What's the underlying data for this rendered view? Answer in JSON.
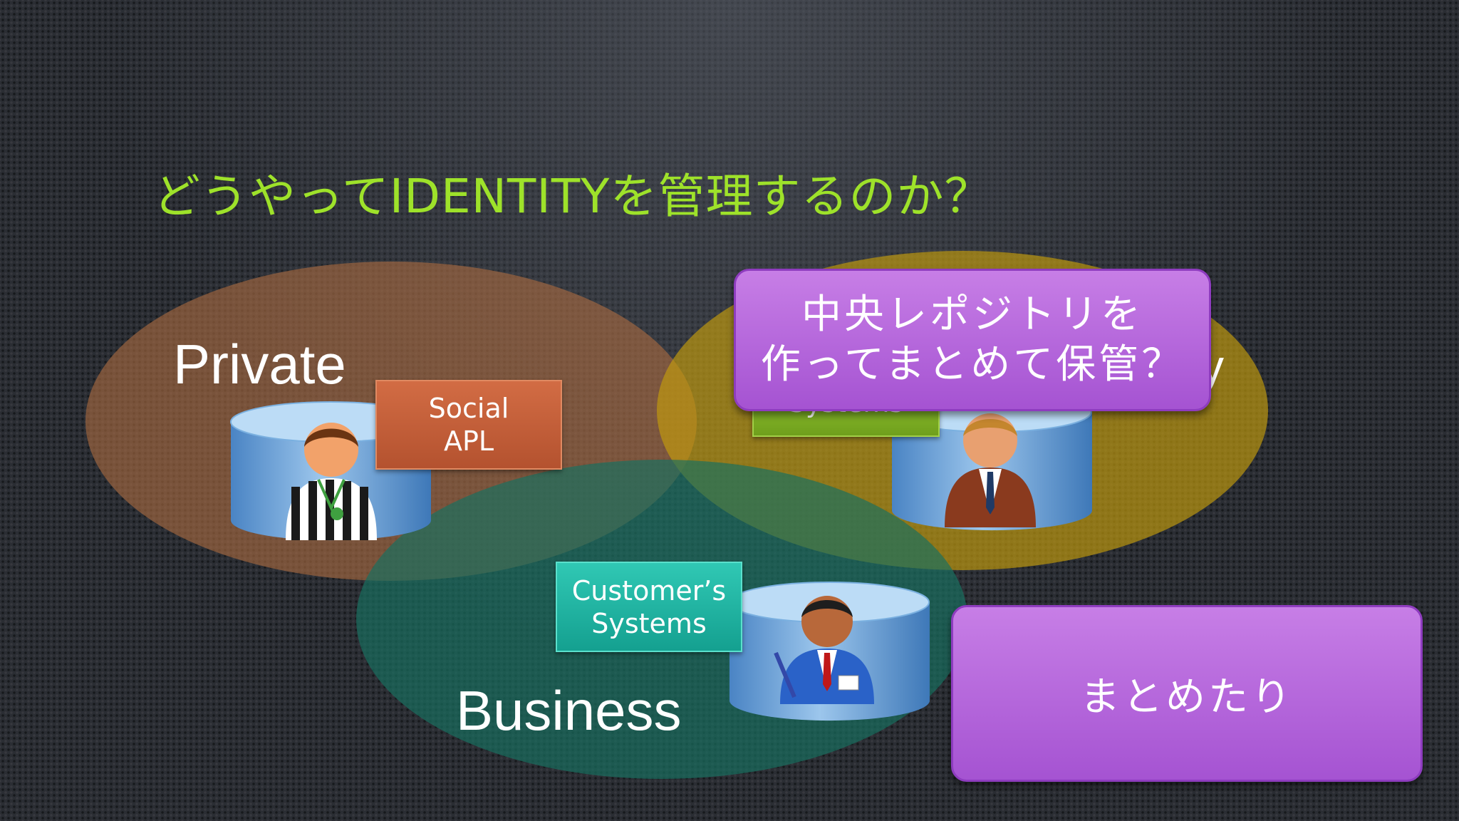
{
  "slide": {
    "title": "どうやってIDENTITYを管理するのか？"
  },
  "regions": {
    "private": "Private",
    "business": "Business",
    "company_partial": "y"
  },
  "systems": {
    "social": [
      "Social",
      "APL"
    ],
    "customer": [
      "Customer’s",
      "Systems"
    ],
    "company_partial": "Systems"
  },
  "callouts": {
    "central_repo": [
      "中央レポジトリを",
      "作ってまとめて保管？"
    ],
    "summary": "まとめたり"
  },
  "colors": {
    "title": "#9ee22a",
    "private": "#a96b40",
    "company": "#c49c0c",
    "business": "#187060",
    "social_box": "#c45e38",
    "customer_box": "#22b4a2",
    "company_box": "#7aad22",
    "callout": "#b368dc"
  },
  "icons": {
    "private_user": "referee-person-icon",
    "company_user": "businessman-icon",
    "business_user": "customer-person-icon",
    "storage": "database-cylinder-icon"
  }
}
